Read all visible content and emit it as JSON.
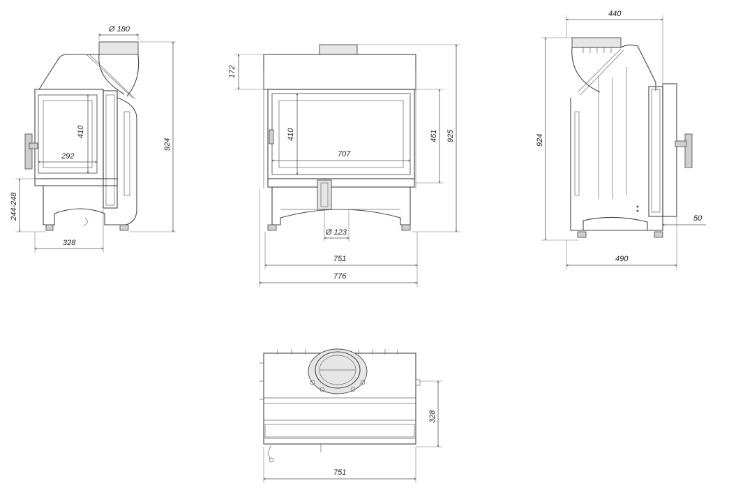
{
  "diagram": {
    "side_view_left": {
      "pipe_diameter": "Ø 180",
      "glass_height": "410",
      "glass_width": "292",
      "total_height": "924",
      "leg_height": "244-248",
      "depth": "328"
    },
    "front_view": {
      "top_height": "172",
      "glass_height": "410",
      "glass_width": "707",
      "door_height": "461",
      "total_height": "925",
      "air_inlet": "Ø 123",
      "inner_width": "751",
      "outer_width": "776"
    },
    "side_view_right": {
      "top_depth": "440",
      "total_height": "924",
      "offset": "50",
      "depth": "490"
    },
    "top_view": {
      "depth": "328",
      "width": "751"
    }
  }
}
